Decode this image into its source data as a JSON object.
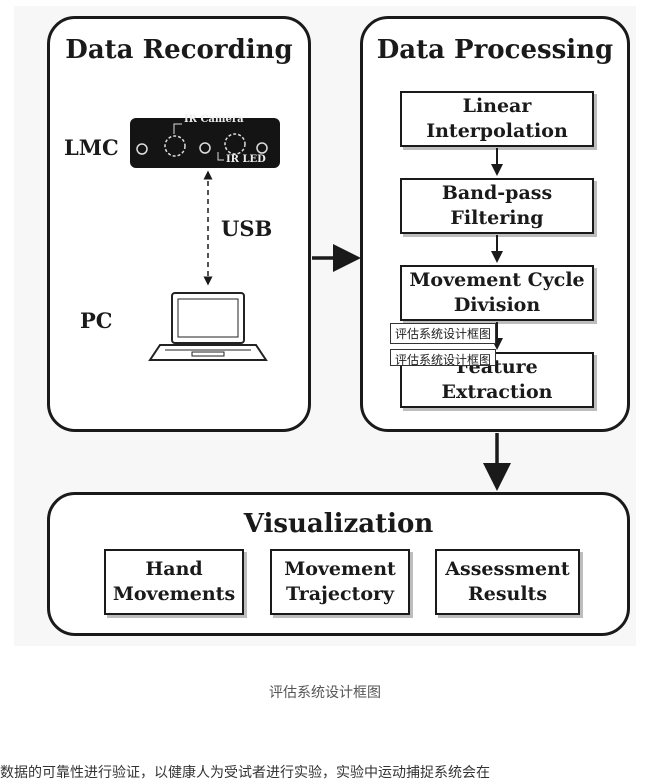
{
  "diagram": {
    "recording": {
      "title": "Data Recording",
      "lmc_label": "LMC",
      "ir_camera_label": "IR Camera",
      "ir_led_label": "IR LED",
      "usb_label": "USB",
      "pc_label": "PC"
    },
    "processing": {
      "title": "Data Processing",
      "steps": [
        {
          "line1": "Linear",
          "line2": "Interpolation"
        },
        {
          "line1": "Band-pass",
          "line2": "Filtering"
        },
        {
          "line1": "Movement Cycle",
          "line2": "Division"
        },
        {
          "line1": "Feature",
          "line2": "Extraction"
        }
      ]
    },
    "visualization": {
      "title": "Visualization",
      "items": [
        {
          "line1": "Hand",
          "line2": "Movements"
        },
        {
          "line1": "Movement",
          "line2": "Trajectory"
        },
        {
          "line1": "Assessment",
          "line2": "Results"
        }
      ]
    },
    "tooltip": "评估系统设计框图"
  },
  "caption": "评估系统设计框图",
  "paragraph_fragment": "数据的可靠性进行验证，以健康人为受试者进行实验，实验中运动捕捉系统会在"
}
